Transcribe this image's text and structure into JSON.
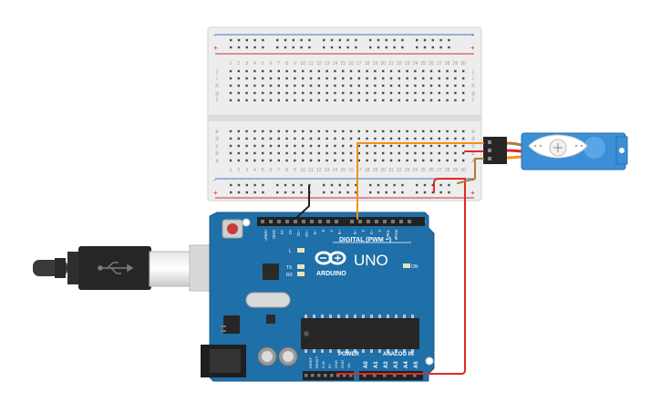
{
  "breadboard": {
    "rail_plus": "+",
    "rail_minus": "-",
    "row_letters_top": [
      "j",
      "i",
      "h",
      "g",
      "f"
    ],
    "row_letters_bottom": [
      "e",
      "d",
      "c",
      "b",
      "a"
    ],
    "column_numbers": [
      "1",
      "2",
      "3",
      "4",
      "5",
      "6",
      "7",
      "8",
      "9",
      "10",
      "11",
      "12",
      "13",
      "14",
      "15",
      "16",
      "17",
      "18",
      "19",
      "20",
      "21",
      "22",
      "23",
      "24",
      "25",
      "26",
      "27",
      "28",
      "29",
      "30"
    ]
  },
  "arduino": {
    "brand": "ARDUINO",
    "model": "UNO",
    "digital_label": "DIGITAL (PWM ~)",
    "power_label": "POWER",
    "analog_label": "ANALOG IN",
    "on_label": "ON",
    "led_l": "L",
    "led_tx": "TX",
    "led_rx": "RX",
    "digital_pins": [
      "AREF",
      "GND",
      "13",
      "12",
      "~11",
      "~10",
      "~9",
      "8",
      "7",
      "~6",
      "~5",
      "4",
      "~3",
      "2",
      "TX▸1",
      "RX◂0"
    ],
    "power_pins": [
      "IOREF",
      "RESET",
      "3.3V",
      "5V",
      "GND",
      "GND",
      "Vin"
    ],
    "analog_pins": [
      "A0",
      "A1",
      "A2",
      "A3",
      "A4",
      "A5"
    ]
  },
  "colors": {
    "board_blue": "#1f6fa8",
    "wire_orange": "#f0921e",
    "wire_red": "#e0292a",
    "wire_brown": "#b07a3a",
    "wire_black": "#222222",
    "servo_blue": "#3a8fd6"
  }
}
